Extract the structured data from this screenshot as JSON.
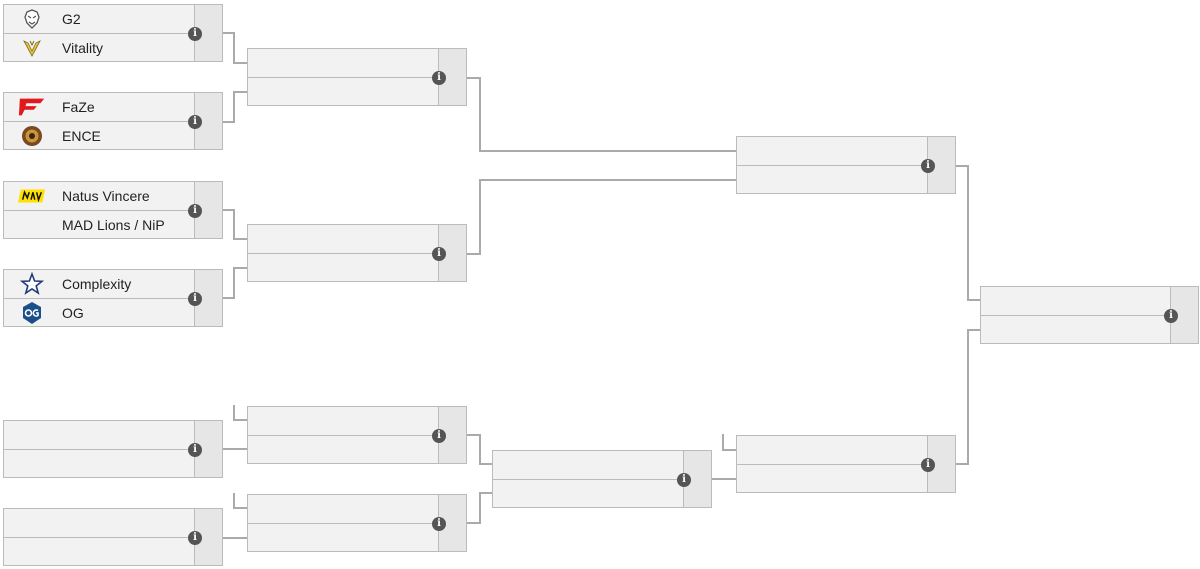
{
  "bracket": {
    "info_glyph": "i",
    "round1": [
      {
        "top": {
          "name": "G2",
          "logo": "g2-samurai-logo"
        },
        "bottom": {
          "name": "Vitality",
          "logo": "vitality-wasp-logo"
        }
      },
      {
        "top": {
          "name": "FaZe",
          "logo": "faze-clan-logo"
        },
        "bottom": {
          "name": "ENCE",
          "logo": "ence-badge-logo"
        }
      },
      {
        "top": {
          "name": "Natus Vincere",
          "logo": "navi-logo"
        },
        "bottom": {
          "name": "MAD Lions / NiP",
          "logo": ""
        }
      },
      {
        "top": {
          "name": "Complexity",
          "logo": "complexity-star-logo"
        },
        "bottom": {
          "name": "OG",
          "logo": "og-logo"
        }
      }
    ],
    "colors": {
      "line": "#aaaaaa",
      "border": "#bbbbbb",
      "box": "#f2f2f2",
      "sidebox": "#e6e6e6",
      "icon": "#555555",
      "navi_yellow": "#ffe000",
      "faze_red": "#e2191c",
      "complexity_blue": "#1f3d7a",
      "og_blue": "#1b4f8a",
      "ence_brown": "#7a4a1f"
    }
  }
}
